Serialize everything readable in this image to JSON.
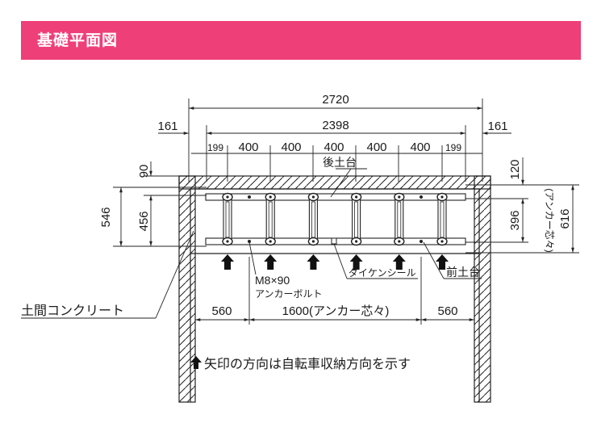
{
  "header": {
    "title": "基礎平面図",
    "color": "#ee3f78"
  },
  "diagram": {
    "dimensions": {
      "overall_width": "2720",
      "left_offset": "161",
      "inner_width": "2398",
      "right_offset": "161",
      "sub_left": "199",
      "pitch_1": "400",
      "pitch_2": "400",
      "pitch_3": "400",
      "pitch_4": "400",
      "pitch_5": "400",
      "sub_right": "199",
      "left_top": "90",
      "left_outer": "546",
      "left_inner": "456",
      "right_top": "120",
      "right_inner": "396",
      "right_inner_note": "(アンカー芯々)",
      "right_outer": "616",
      "bottom_left": "560",
      "bottom_center": "1600(アンカー芯々)",
      "bottom_right": "560"
    },
    "labels": {
      "rear_base": "後土台",
      "front_base": "前土台",
      "bolt_size": "M8×90",
      "anchor_bolt": "アンカーボルト",
      "dyken_seal": "ダイケンシール",
      "earth_floor": "土間コンクリート",
      "note": "矢印の方向は自転車収納方向を示す"
    },
    "icons": {
      "arrow": "up-arrow-icon"
    },
    "bike_slot_count": 6
  }
}
